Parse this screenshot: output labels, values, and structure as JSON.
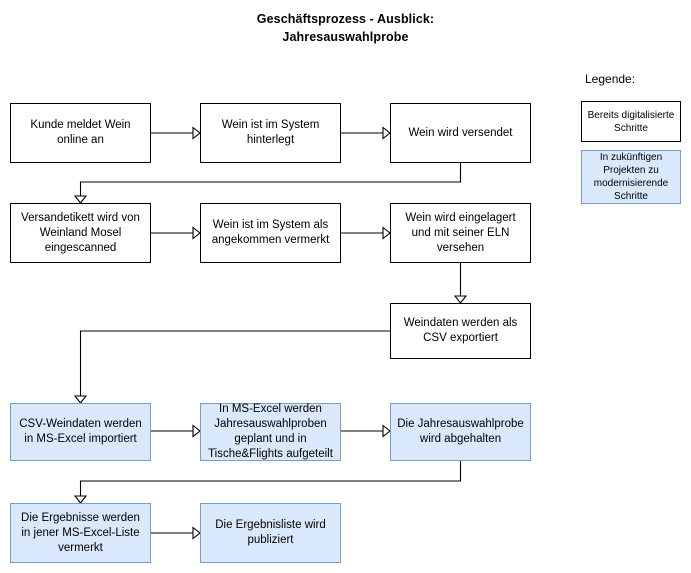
{
  "diagram": {
    "title_line1": "Geschäftsprozess - Ausblick:",
    "title_line2": "Jahresauswahlprobe",
    "colors": {
      "blue_fill": "#dae8fc",
      "blue_border": "#7a9ec4",
      "white_fill": "#ffffff",
      "line": "#000000"
    }
  },
  "legend": {
    "heading": "Legende:",
    "items": [
      {
        "label": "Bereits digitalisierte Schritte",
        "style": "white"
      },
      {
        "label": "In zukünftigen Projekten zu modernisierende Schritte",
        "style": "blue"
      }
    ]
  },
  "nodes": [
    {
      "id": "n1",
      "label": "Kunde meldet Wein online an",
      "style": "white"
    },
    {
      "id": "n2",
      "label": "Wein ist im System hinterlegt",
      "style": "white"
    },
    {
      "id": "n3",
      "label": "Wein wird versendet",
      "style": "white"
    },
    {
      "id": "n4",
      "label": "Versandetikett wird von Weinland Mosel eingescanned",
      "style": "white"
    },
    {
      "id": "n5",
      "label": "Wein ist im System als angekommen vermerkt",
      "style": "white"
    },
    {
      "id": "n6",
      "label": "Wein wird eingelagert und mit seiner ELN versehen",
      "style": "white"
    },
    {
      "id": "n7",
      "label": "Weindaten werden als CSV exportiert",
      "style": "white"
    },
    {
      "id": "n8",
      "label": "CSV-Weindaten werden in MS-Excel importiert",
      "style": "blue"
    },
    {
      "id": "n9",
      "label": "In MS-Excel werden Jahresauswahlproben geplant und in Tische&Flights aufgeteilt",
      "style": "blue"
    },
    {
      "id": "n10",
      "label": "Die Jahresauswahlprobe wird abgehalten",
      "style": "blue"
    },
    {
      "id": "n11",
      "label": "Die Ergebnisse werden in jener MS-Excel-Liste vermerkt",
      "style": "blue"
    },
    {
      "id": "n12",
      "label": "Die Ergebnisliste wird publiziert",
      "style": "blue"
    }
  ],
  "edges": [
    {
      "from": "n1",
      "to": "n2",
      "kind": "horizontal"
    },
    {
      "from": "n2",
      "to": "n3",
      "kind": "horizontal"
    },
    {
      "from": "n3",
      "to": "n4",
      "kind": "wrap-down-left"
    },
    {
      "from": "n4",
      "to": "n5",
      "kind": "horizontal"
    },
    {
      "from": "n5",
      "to": "n6",
      "kind": "horizontal"
    },
    {
      "from": "n6",
      "to": "n7",
      "kind": "vertical"
    },
    {
      "from": "n7",
      "to": "n8",
      "kind": "wrap-left-down"
    },
    {
      "from": "n8",
      "to": "n9",
      "kind": "horizontal"
    },
    {
      "from": "n9",
      "to": "n10",
      "kind": "horizontal"
    },
    {
      "from": "n10",
      "to": "n11",
      "kind": "wrap-down-left"
    },
    {
      "from": "n11",
      "to": "n12",
      "kind": "horizontal"
    }
  ]
}
